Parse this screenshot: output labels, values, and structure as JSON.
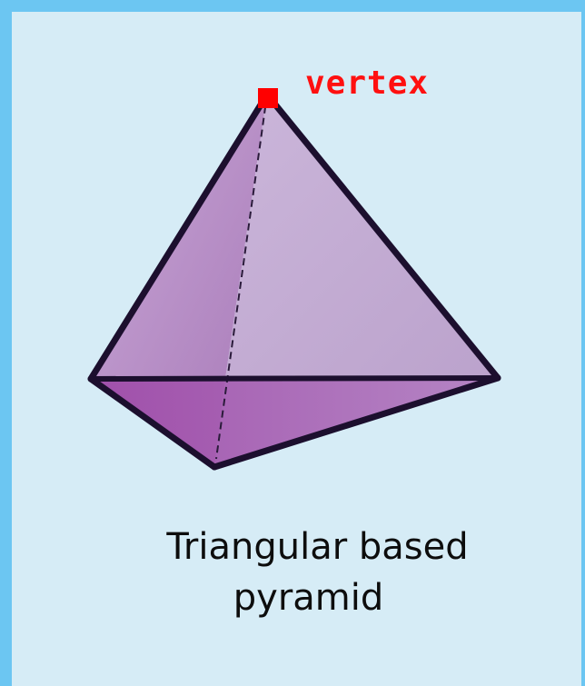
{
  "diagram": {
    "vertex_label": "vertex",
    "caption_line1": "Triangular based",
    "caption_line2": "pyramid",
    "colors": {
      "background": "#d6ecf6",
      "frame": "#6cc6f2",
      "vertex_marker": "#ff0000",
      "vertex_text": "#ff1010",
      "edge": "#1c0f2e",
      "face_left": "#b48cc4",
      "face_right": "#c4b2d8",
      "base_face": "#a868b0"
    }
  }
}
